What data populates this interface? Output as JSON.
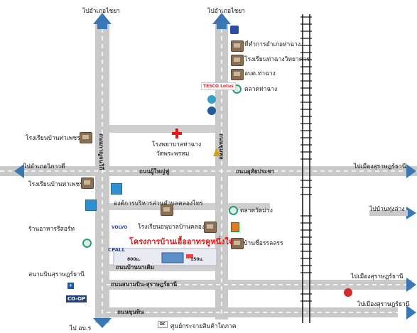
{
  "labels": {
    "top_left_dir": "ไปอำเภอไชยา",
    "top_right_dir": "ไปอำเภอไชยา",
    "left_mid_dir": "ไปอำเภอวิภาวดี",
    "right_mid_dir": "ไปเมืองสุราษฎร์ธานี",
    "right_mid2_dir": "ไปบ้านทุ่งล่าง",
    "right_low_dir": "ไปเมืองสุราษฎร์ธานี",
    "right_low2_dir": "ไปเมืองสุราษฎร์ธานี",
    "bottom_left_dir": "ไป อบ.ร",
    "road_chumphon": "ถนนชุมพล",
    "road_kanchanawithi": "ถนนกาญจนวิถี",
    "road_phuyai": "ถนนผู้ใหญ่ฟู",
    "road_uthaprachasa": "ถนนอุทัยประชา",
    "road_banna": "ถนนบ้านนาเดิม",
    "road_sanambin": "ถนนสนามบิน-สุราษฎร์ธานี",
    "road_khunthin": "ถนนขุนทิน",
    "poi_office": "ที่ทำการอำเภอท่าฉาง",
    "poi_school_college": "โรงเรียนท่าฉางวิทยาคาร",
    "poi_district_office": "อบต.ท่าฉาง",
    "poi_market": "ตลาดท่าฉาง",
    "poi_hospital": "โรงพยาบาลท่าฉาง",
    "poi_temple": "วัดพระพรหม",
    "poi_school_tha": "โรงเรียนบ้านท่าเพชร",
    "poi_school_tha2": "โรงเรียนบ้านท่าเพชร",
    "poi_admin": "องค์การบริหารส่วนตำบลคลองไทร",
    "poi_school_khlong": "โรงเรียนอนุบาลบ้านคลองพยูน",
    "poi_restaurant": "ร้านอาหารรีสอร์ท",
    "poi_market_wat": "ตลาดวัดม่วง",
    "poi_village_home": "บ้านชื่อรรลลรร",
    "project_name": "โครงการบ้านเอื้ออาทรคูหนึ่งใจ",
    "airport": "สนามบินสุราษฎร์ธานี",
    "distribution": "ศูนย์กระจายสินค้าใตภาค",
    "tesco": "TESCO Lotus",
    "cpall": "CPALL",
    "coop": "CO-OP",
    "dist_left": "800ม.",
    "dist_right": "150ม."
  },
  "colors": {
    "road": "#c9c9c9",
    "road_edge": "#b5b5b5",
    "arrow": "#3a78b5",
    "railway": "#111111",
    "red_text": "#e01919"
  },
  "icons": {
    "building": "building-icon",
    "market": "market-icon",
    "hospital": "red-cross-icon",
    "temple": "temple-icon"
  }
}
